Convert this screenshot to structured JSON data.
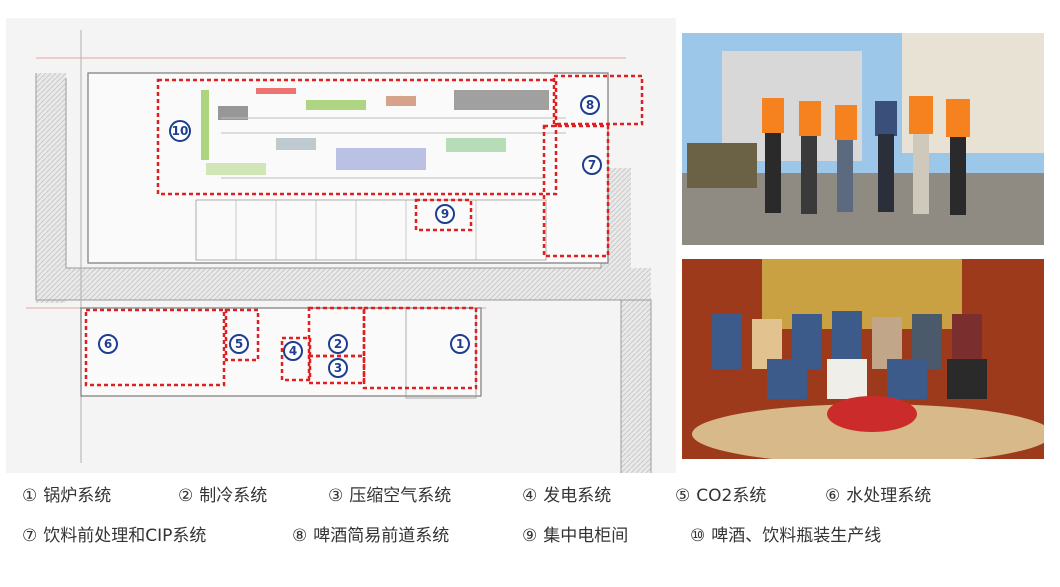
{
  "plan": {
    "zones": [
      {
        "id": "1",
        "label": "①"
      },
      {
        "id": "2",
        "label": "②"
      },
      {
        "id": "3",
        "label": "③"
      },
      {
        "id": "4",
        "label": "④"
      },
      {
        "id": "5",
        "label": "⑤"
      },
      {
        "id": "6",
        "label": "⑥"
      },
      {
        "id": "7",
        "label": "⑦"
      },
      {
        "id": "8",
        "label": "⑧"
      },
      {
        "id": "9",
        "label": "⑨"
      },
      {
        "id": "10",
        "label": "⑩"
      }
    ],
    "zone_color": "#e02020",
    "badge_color": "#1e3f8f"
  },
  "legend": [
    {
      "num": "①",
      "text": "锅炉系统"
    },
    {
      "num": "②",
      "text": "制冷系统"
    },
    {
      "num": "③",
      "text": "压缩空气系统"
    },
    {
      "num": "④",
      "text": "发电系统"
    },
    {
      "num": "⑤",
      "text": "CO2系统"
    },
    {
      "num": "⑥",
      "text": "水处理系统"
    },
    {
      "num": "⑦",
      "text": "饮料前处理和CIP系统"
    },
    {
      "num": "⑧",
      "text": "啤酒简易前道系统"
    },
    {
      "num": "⑨",
      "text": "集中电柜间"
    },
    {
      "num": "⑩",
      "text": "啤酒、饮料瓶装生产线"
    }
  ]
}
